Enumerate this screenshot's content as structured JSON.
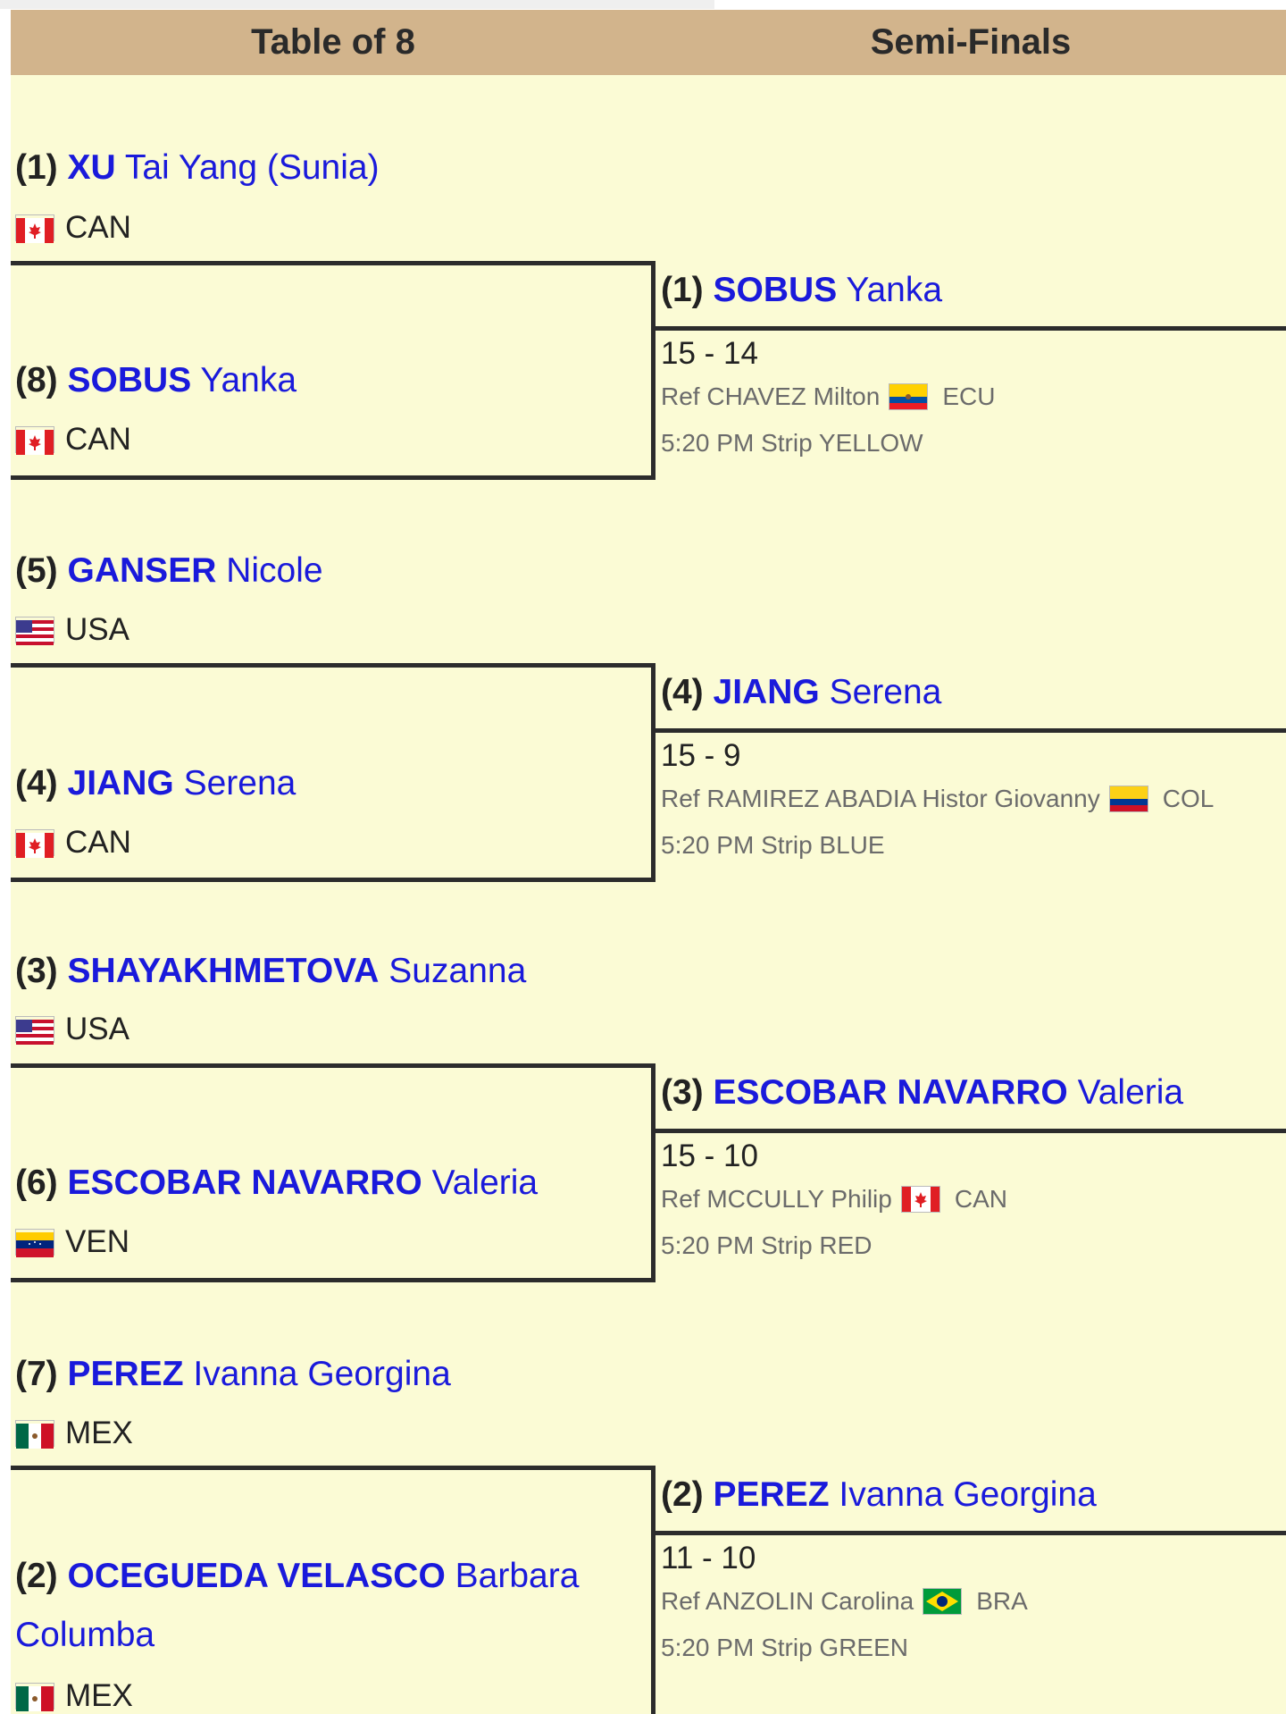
{
  "header": {
    "col1": "Table of 8",
    "col2": "Semi-Finals"
  },
  "table8": [
    {
      "seed": "(1)",
      "last": "XU",
      "first": "Tai Yang (Sunia)",
      "country": "CAN",
      "flag": "canada-flag-icon"
    },
    {
      "seed": "(8)",
      "last": "SOBUS",
      "first": "Yanka",
      "country": "CAN",
      "flag": "canada-flag-icon"
    },
    {
      "seed": "(5)",
      "last": "GANSER",
      "first": "Nicole",
      "country": "USA",
      "flag": "usa-flag-icon"
    },
    {
      "seed": "(4)",
      "last": "JIANG",
      "first": "Serena",
      "country": "CAN",
      "flag": "canada-flag-icon"
    },
    {
      "seed": "(3)",
      "last": "SHAYAKHMETOVA",
      "first": "Suzanna",
      "country": "USA",
      "flag": "usa-flag-icon"
    },
    {
      "seed": "(6)",
      "last": "ESCOBAR NAVARRO",
      "first": "Valeria",
      "country": "VEN",
      "flag": "venezuela-flag-icon"
    },
    {
      "seed": "(7)",
      "last": "PEREZ",
      "first": "Ivanna Georgina",
      "country": "MEX",
      "flag": "mexico-flag-icon"
    },
    {
      "seed": "(2)",
      "last": "OCEGUEDA VELASCO",
      "first": "Barbara",
      "first_cont": "Columba",
      "country": "MEX",
      "flag": "mexico-flag-icon"
    }
  ],
  "semis": [
    {
      "seed": "(1)",
      "last": "SOBUS",
      "first": "Yanka",
      "score": "15 - 14",
      "ref_prefix": "Ref",
      "ref_name": "CHAVEZ Milton",
      "ref_country": "ECU",
      "ref_flag": "ecuador-flag-icon",
      "time": "5:20 PM",
      "strip": "Strip YELLOW"
    },
    {
      "seed": "(4)",
      "last": "JIANG",
      "first": "Serena",
      "score": "15 - 9",
      "ref_prefix": "Ref",
      "ref_name": "RAMIREZ ABADIA Histor Giovanny",
      "ref_country": "COL",
      "ref_flag": "colombia-flag-icon",
      "time": "5:20 PM",
      "strip": "Strip BLUE"
    },
    {
      "seed": "(3)",
      "last": "ESCOBAR NAVARRO",
      "first": "Valeria",
      "score": "15 - 10",
      "ref_prefix": "Ref",
      "ref_name": "MCCULLY Philip",
      "ref_country": "CAN",
      "ref_flag": "canada-flag-icon",
      "time": "5:20 PM",
      "strip": "Strip RED"
    },
    {
      "seed": "(2)",
      "last": "PEREZ",
      "first": "Ivanna Georgina",
      "score": "11 - 10",
      "ref_prefix": "Ref",
      "ref_name": "ANZOLIN Carolina",
      "ref_country": "BRA",
      "ref_flag": "brazil-flag-icon",
      "time": "5:20 PM",
      "strip": "Strip GREEN"
    }
  ],
  "colors": {
    "header_bg": "#d2b48c",
    "bracket_bg": "#fbfbd5",
    "name_blue": "#1a1adb",
    "ref_gray": "#6b6b6b"
  }
}
